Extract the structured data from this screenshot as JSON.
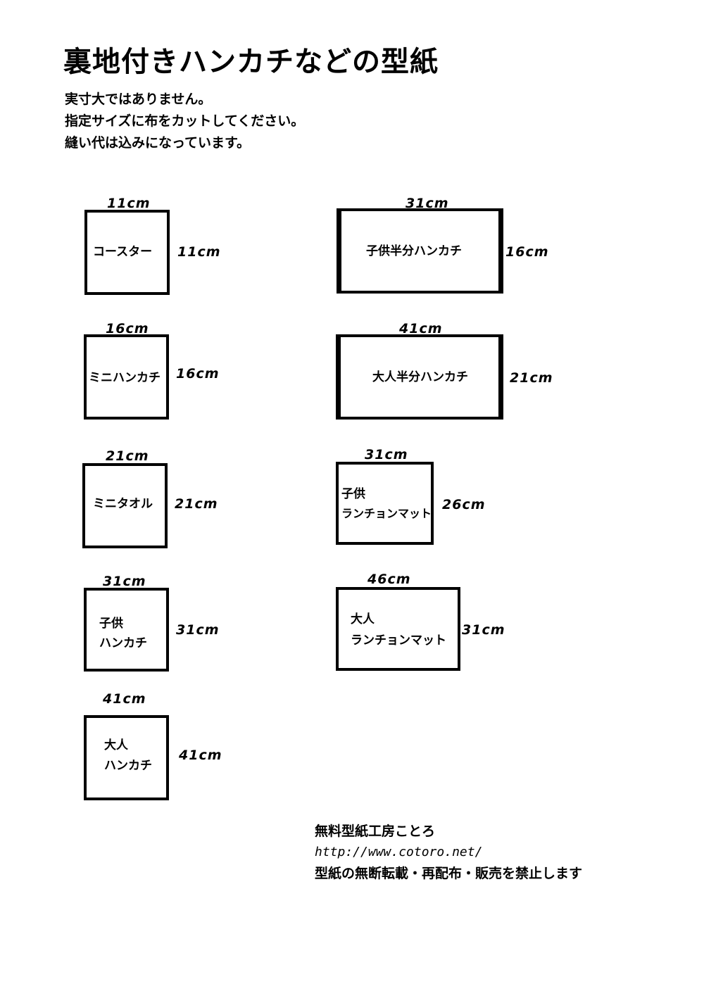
{
  "header": {
    "title": "裏地付きハンカチなどの型紙",
    "notes": [
      "実寸大ではありません。",
      "指定サイズに布をカットしてください。",
      "縫い代は込みになっています。"
    ]
  },
  "pieces": {
    "coaster": {
      "label_lines": [
        "コースター"
      ],
      "width": "11cm",
      "height": "11cm"
    },
    "mini_handkerchief": {
      "label_lines": [
        "ミニハンカチ"
      ],
      "width": "16cm",
      "height": "16cm"
    },
    "mini_towel": {
      "label_lines": [
        "ミニタオル"
      ],
      "width": "21cm",
      "height": "21cm"
    },
    "kids_handkerchief": {
      "label_lines": [
        "子供",
        "ハンカチ"
      ],
      "width": "31cm",
      "height": "31cm"
    },
    "adult_handkerchief": {
      "label_lines": [
        "大人",
        "ハンカチ"
      ],
      "width": "41cm",
      "height": "41cm"
    },
    "kids_half_handkerchief": {
      "label_lines": [
        "子供半分ハンカチ"
      ],
      "width": "31cm",
      "height": "16cm"
    },
    "adult_half_handkerchief": {
      "label_lines": [
        "大人半分ハンカチ"
      ],
      "width": "41cm",
      "height": "21cm"
    },
    "kids_lunch_mat": {
      "label_lines": [
        "子供",
        "ランチョンマット"
      ],
      "width": "31cm",
      "height": "26cm"
    },
    "adult_lunch_mat": {
      "label_lines": [
        "大人",
        "ランチョンマット"
      ],
      "width": "46cm",
      "height": "31cm"
    }
  },
  "footer": {
    "studio": "無料型紙工房ことろ",
    "url": "http://www.cotoro.net/",
    "notice": "型紙の無断転載・再配布・販売を禁止します"
  }
}
